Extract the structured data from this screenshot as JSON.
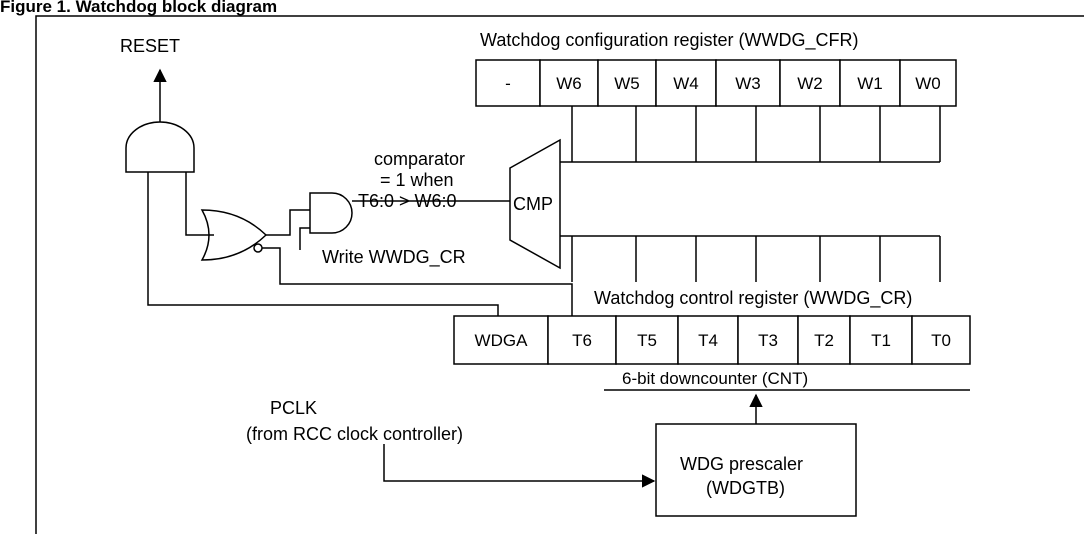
{
  "figure_caption": "Figure 1. Watchdog block diagram",
  "reset_label": "RESET",
  "comparator_note": [
    "comparator",
    "= 1 when",
    "T6:0 > W6:0"
  ],
  "cmp_label": "CMP",
  "write_label": "Write WWDG_CR",
  "cfr_title": "Watchdog configuration register (WWDG_CFR)",
  "cfr_bits": [
    "-",
    "W6",
    "W5",
    "W4",
    "W3",
    "W2",
    "W1",
    "W0"
  ],
  "cr_title": "Watchdog control register (WWDG_CR)",
  "cr_bits": [
    "WDGA",
    "T6",
    "T5",
    "T4",
    "T3",
    "T2",
    "T1",
    "T0"
  ],
  "counter_label": "6-bit downcounter (CNT)",
  "pclk_label": "PCLK",
  "pclk_source": "(from RCC clock controller)",
  "prescaler_label": "WDG prescaler",
  "prescaler_reg": "(WDGTB)",
  "colors": {
    "line": "#000000",
    "background": "#ffffff"
  }
}
